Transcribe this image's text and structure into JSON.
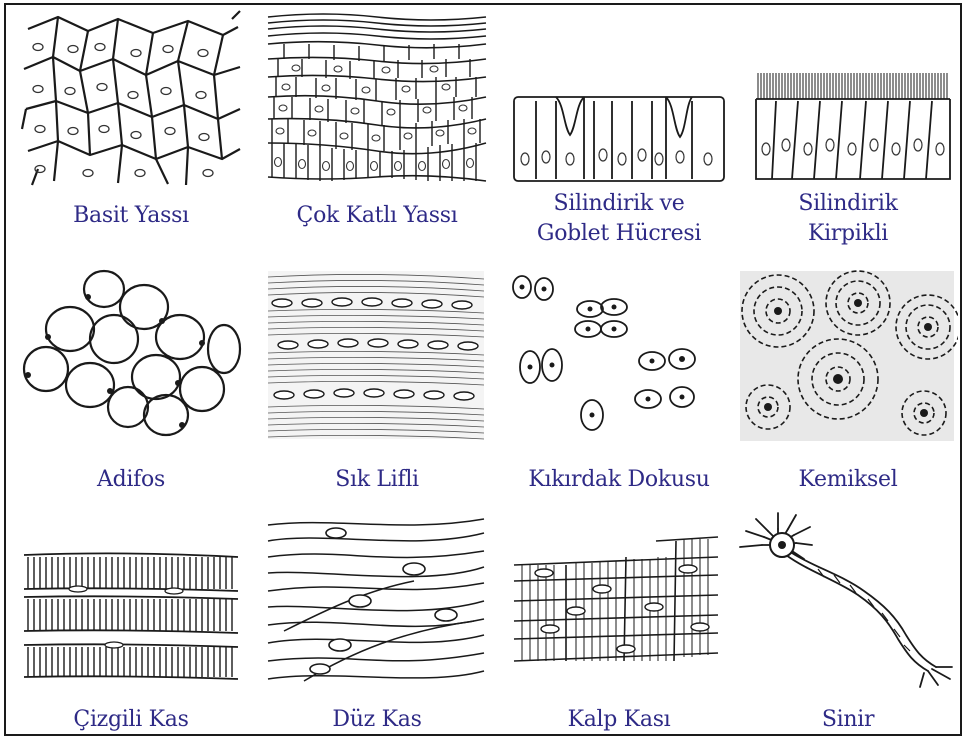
{
  "colors": {
    "label": "#2e2a86",
    "ink": "#1a1a1a",
    "background": "#ffffff"
  },
  "tissues": [
    {
      "label": "Basit Yassı",
      "icon": "simple-squamous-icon"
    },
    {
      "label": "Çok Katlı Yassı",
      "icon": "stratified-squamous-icon"
    },
    {
      "label": "Silindirik ve\nGoblet Hücresi",
      "label_lines": [
        "Silindirik ve",
        "Goblet Hücresi"
      ],
      "icon": "columnar-goblet-icon"
    },
    {
      "label": "Silindirik\nKirpikli",
      "label_lines": [
        "Silindirik",
        "Kirpikli"
      ],
      "icon": "ciliated-columnar-icon"
    },
    {
      "label": "Adifos",
      "icon": "adipose-icon"
    },
    {
      "label": "Sık Lifli",
      "icon": "dense-fibrous-icon"
    },
    {
      "label": "Kıkırdak Dokusu",
      "icon": "cartilage-icon"
    },
    {
      "label": "Kemiksel",
      "icon": "bone-icon"
    },
    {
      "label": "Çizgili Kas",
      "icon": "striated-muscle-icon"
    },
    {
      "label": "Düz Kas",
      "icon": "smooth-muscle-icon"
    },
    {
      "label": "Kalp Kası",
      "icon": "cardiac-muscle-icon"
    },
    {
      "label": "Sinir",
      "icon": "neuron-icon"
    }
  ]
}
